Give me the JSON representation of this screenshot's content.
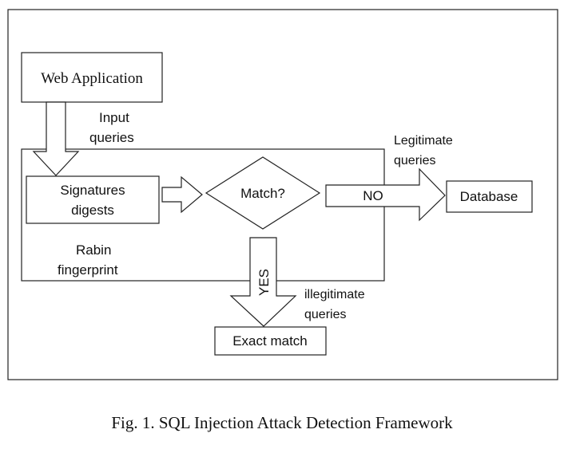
{
  "diagram": {
    "web_application": "Web Application",
    "input_queries_line1": "Input",
    "input_queries_line2": "queries",
    "signatures_line1": "Signatures",
    "signatures_line2": "digests",
    "match": "Match?",
    "no_label": "NO",
    "legitimate_line1": "Legitimate",
    "legitimate_line2": "queries",
    "database": "Database",
    "rabin_line1": "Rabin",
    "rabin_line2": "fingerprint",
    "yes_label": "YES",
    "illegitimate_line1": "illegitimate",
    "illegitimate_line2": "queries",
    "exact_match": "Exact match"
  },
  "caption": "Fig. 1.  SQL Injection Attack Detection Framework"
}
